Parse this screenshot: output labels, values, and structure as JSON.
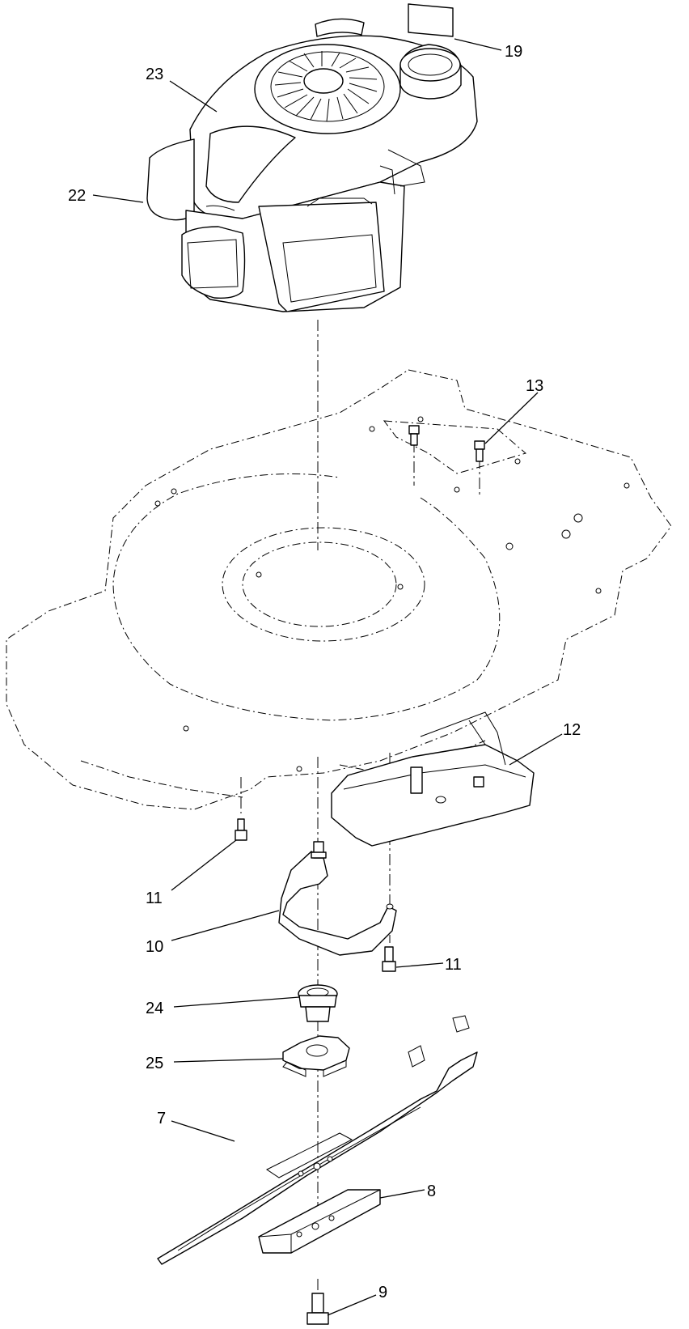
{
  "diagram": {
    "callouts": [
      {
        "id": "19",
        "label": "19"
      },
      {
        "id": "23",
        "label": "23"
      },
      {
        "id": "22",
        "label": "22"
      },
      {
        "id": "13",
        "label": "13"
      },
      {
        "id": "12",
        "label": "12"
      },
      {
        "id": "11a",
        "label": "11"
      },
      {
        "id": "10",
        "label": "10"
      },
      {
        "id": "11b",
        "label": "11"
      },
      {
        "id": "24",
        "label": "24"
      },
      {
        "id": "25",
        "label": "25"
      },
      {
        "id": "7",
        "label": "7"
      },
      {
        "id": "8",
        "label": "8"
      },
      {
        "id": "9",
        "label": "9"
      }
    ]
  }
}
